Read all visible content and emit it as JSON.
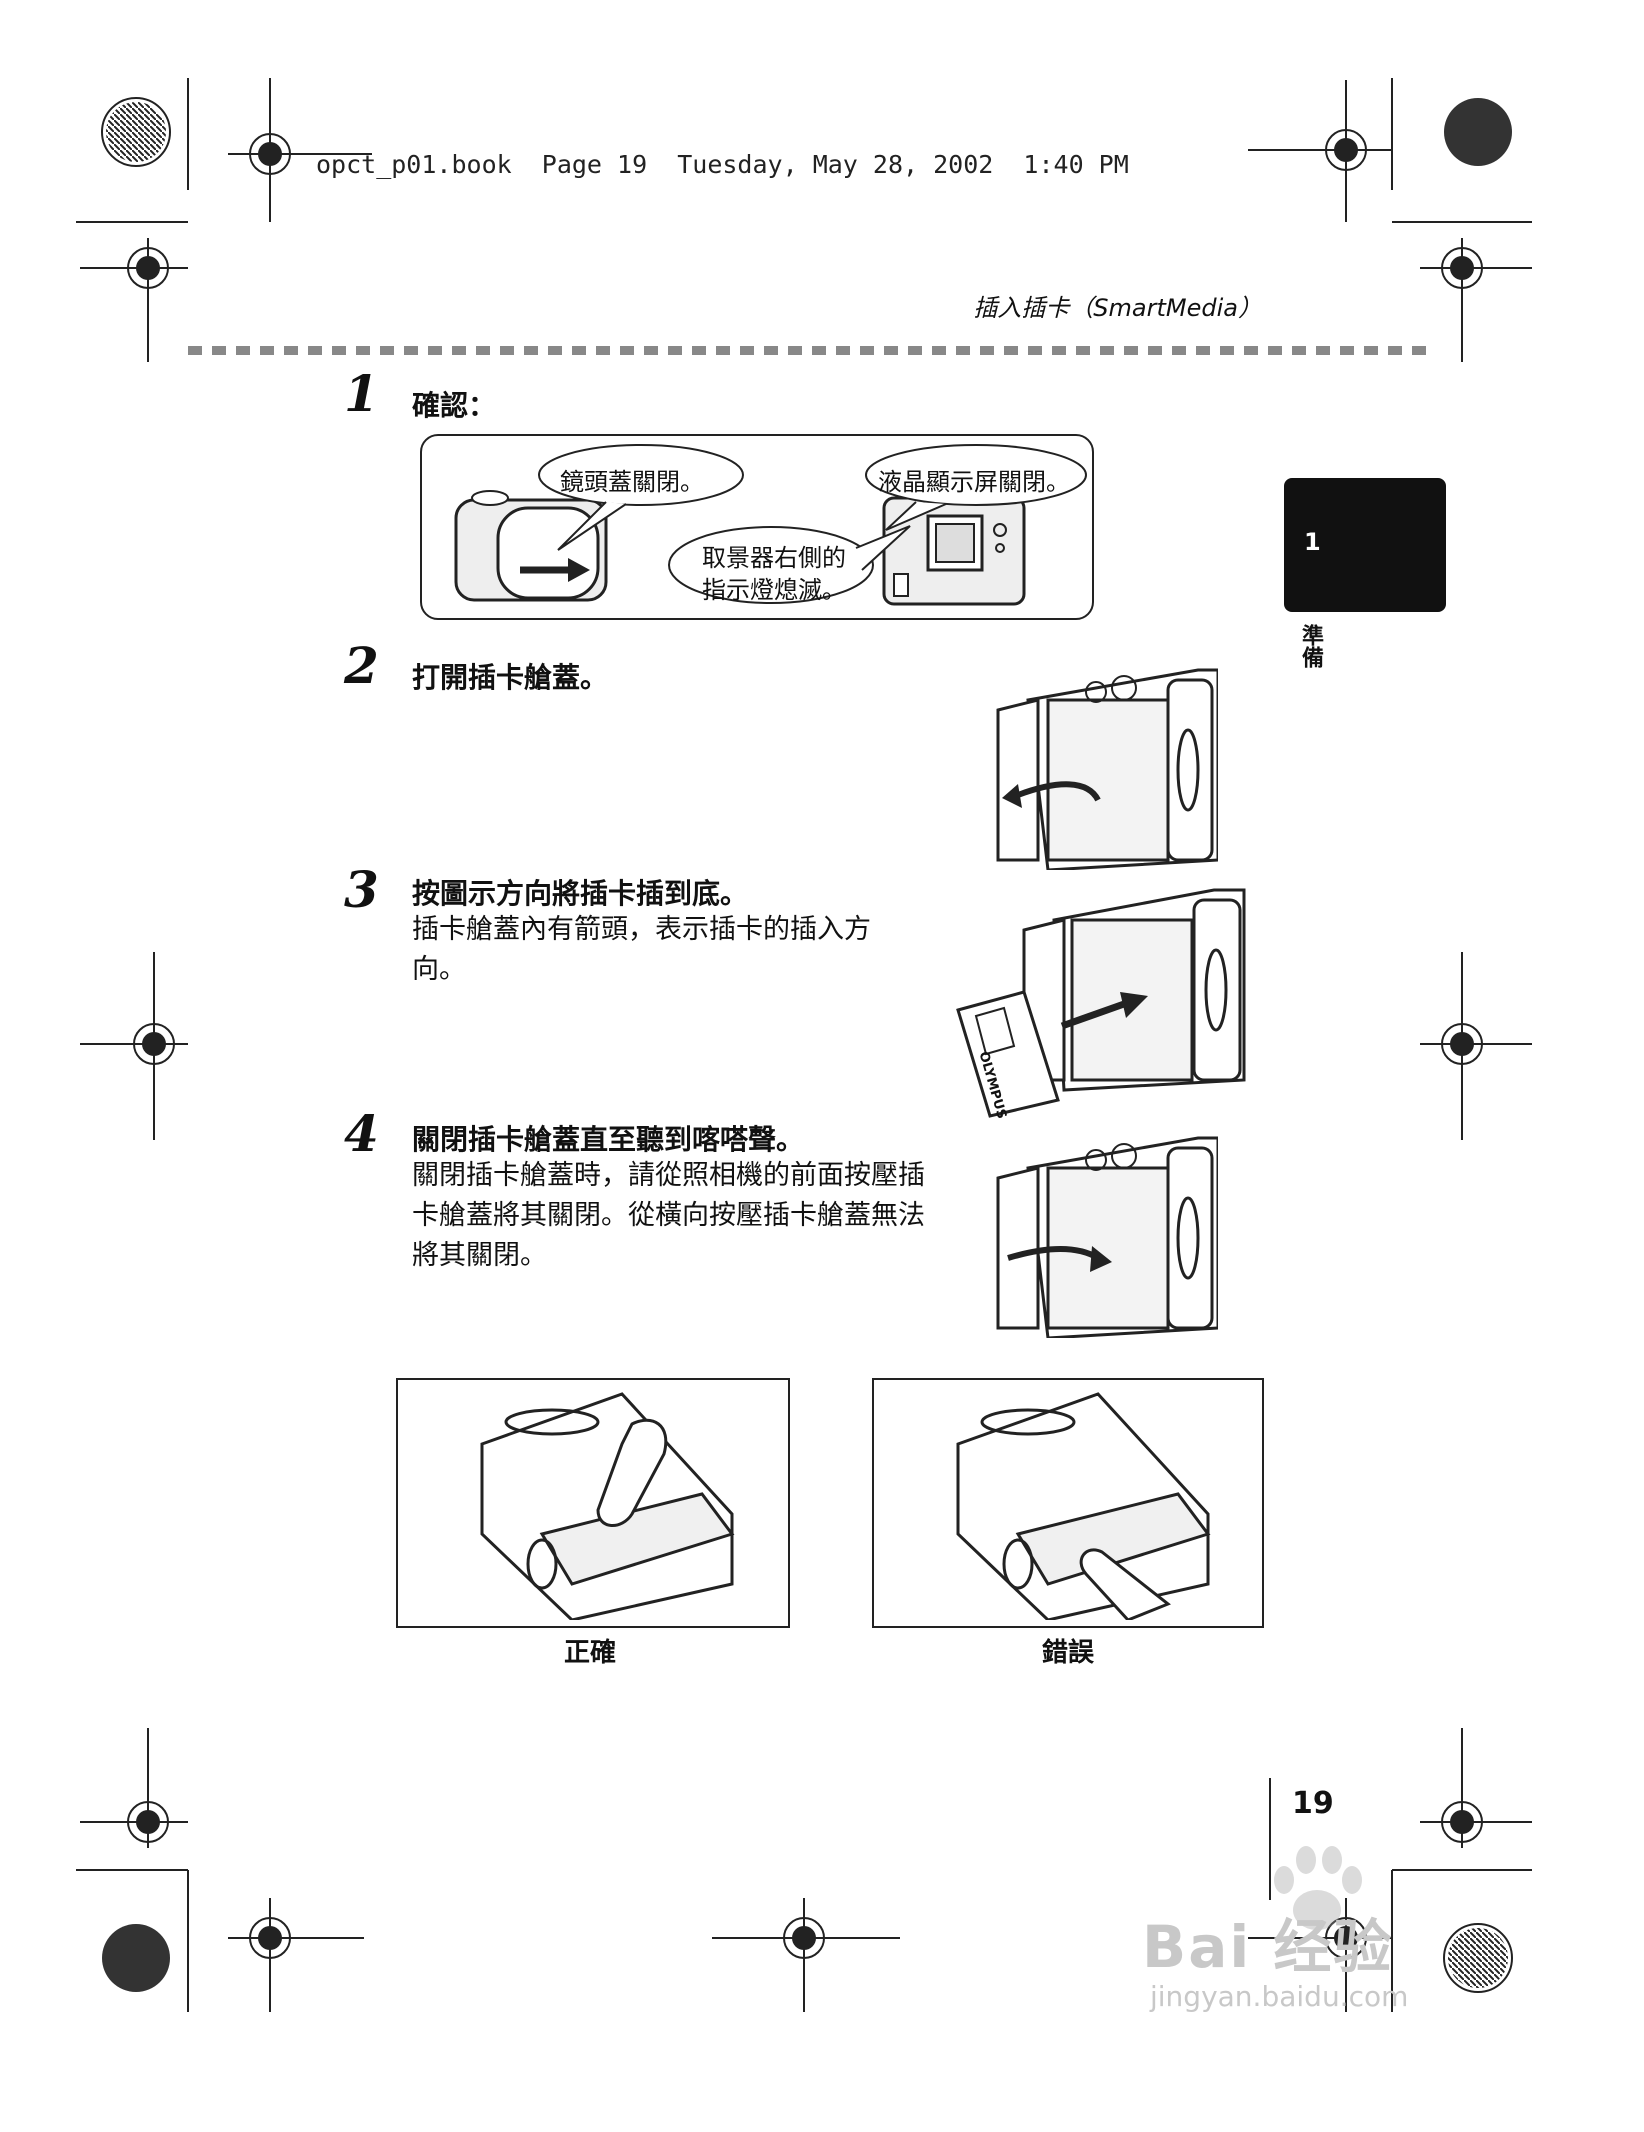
{
  "header": {
    "file_line": "opct_p01.book  Page 19  Tuesday, May 28, 2002  1:40 PM",
    "section_title": "插入插卡（SmartMedia）"
  },
  "side_tab": {
    "chapter_number": "1",
    "chapter_label": "準備"
  },
  "steps": [
    {
      "number": "1",
      "title": "確認：",
      "body": ""
    },
    {
      "number": "2",
      "title": "打開插卡艙蓋。",
      "body": ""
    },
    {
      "number": "3",
      "title": "按圖示方向將插卡插到底。",
      "body": "插卡艙蓋內有箭頭，表示插卡的插入方向。"
    },
    {
      "number": "4",
      "title": "關閉插卡艙蓋直至聽到喀嗒聲。",
      "body": "關閉插卡艙蓋時，請從照相機的前面按壓插卡艙蓋將其關閉。從橫向按壓插卡艙蓋無法將其關閉。"
    }
  ],
  "callouts": {
    "lens_cover": "鏡頭蓋關閉。",
    "lcd": "液晶顯示屏關閉。",
    "indicator_line1": "取景器右側的",
    "indicator_line2": "指示燈熄滅。"
  },
  "card_brand": "OLYMPUS",
  "captions": {
    "correct": "正確",
    "wrong": "錯誤"
  },
  "page_number": "19",
  "watermark": {
    "logo": "Bai 经验",
    "url": "jingyan.baidu.com"
  }
}
